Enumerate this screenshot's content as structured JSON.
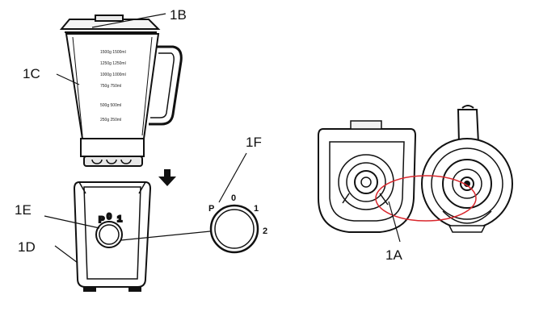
{
  "labels": {
    "lid": "1B",
    "jar": "1C",
    "dial": "1E",
    "base": "1D",
    "knob": "1F",
    "coupling": "1A"
  },
  "dial_marks": {
    "pulse": "P",
    "off": "0",
    "speed1": "1",
    "speed2": "2"
  },
  "jar_scale": [
    "1500g 1500ml",
    "1250g 1250ml",
    "1000g 1000ml",
    "750g 750ml",
    "500g 500ml",
    "250g 250ml"
  ],
  "colors": {
    "ink": "#111111",
    "highlight": "#d9262c"
  }
}
